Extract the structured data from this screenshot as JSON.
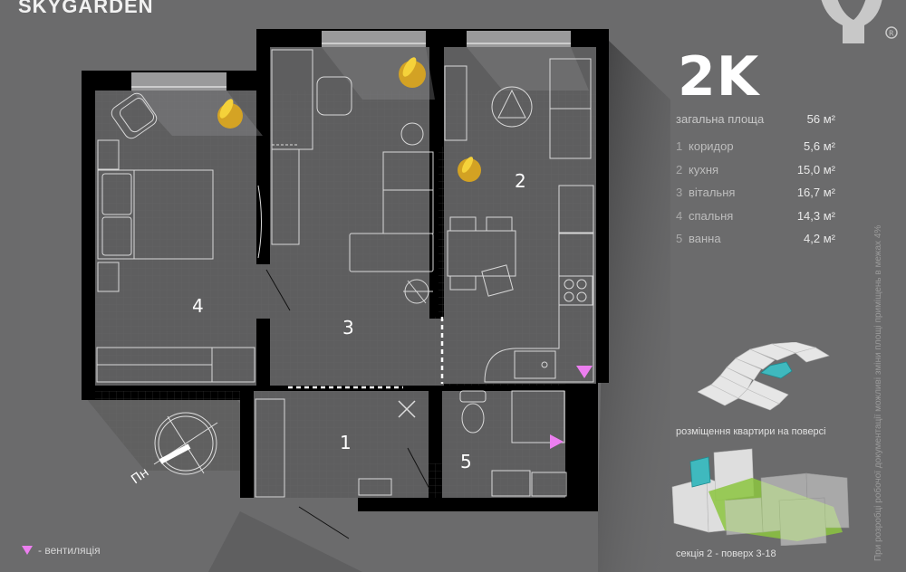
{
  "brand": {
    "name": "SKYGARDEN",
    "registered_mark": "®"
  },
  "apartment": {
    "type": "2K",
    "total_area_label": "загальна площа",
    "total_area_value": "56 м²",
    "rooms": [
      {
        "num": "1",
        "name": "коридор",
        "area": "5,6 м²"
      },
      {
        "num": "2",
        "name": "кухня",
        "area": "15,0 м²"
      },
      {
        "num": "3",
        "name": "вітальня",
        "area": "16,7 м²"
      },
      {
        "num": "4",
        "name": "спальня",
        "area": "14,3 м²"
      },
      {
        "num": "5",
        "name": "ванна",
        "area": "4,2 м²"
      }
    ]
  },
  "plan": {
    "room_labels": [
      "1",
      "2",
      "3",
      "4",
      "5"
    ],
    "compass_label": "Пн",
    "colors": {
      "wall": "#000000",
      "floor": "#5f5f60",
      "lines": "#d8d8d8",
      "vent": "#ec7ff0",
      "plant": "#d9a520"
    }
  },
  "location": {
    "floor_caption": "розміщення квартири на поверсі",
    "section_caption": "секція 2 - поверх 3-18",
    "highlight_color": "#3fb9be",
    "courtyard_color": "#8cc63f"
  },
  "legend": {
    "vent_label": "- вентиляція"
  },
  "disclaimer": "При розробці робочої документації можливі зміни площі приміщень в межах 4%"
}
